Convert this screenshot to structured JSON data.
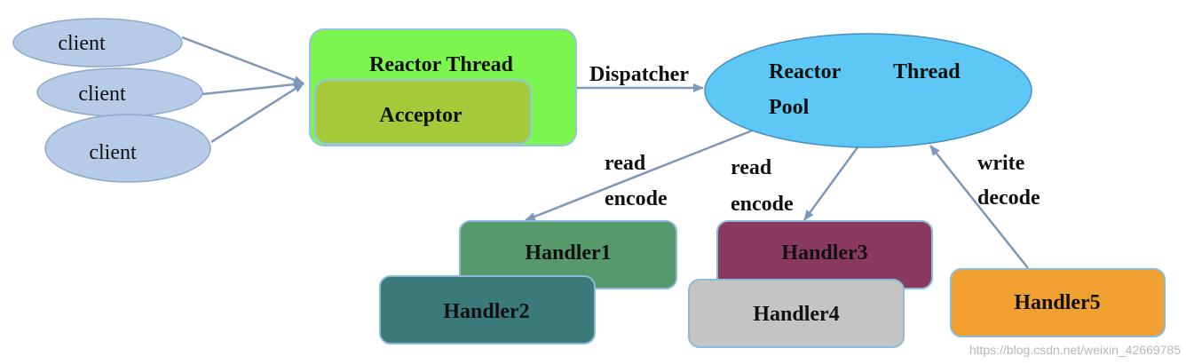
{
  "clients": [
    {
      "label": "client"
    },
    {
      "label": "client"
    },
    {
      "label": "client"
    }
  ],
  "reactor_thread": {
    "label": "Reactor Thread",
    "acceptor_label": "Acceptor"
  },
  "dispatcher_label": "Dispatcher",
  "thread_pool": {
    "line1_a": "Reactor",
    "line1_b": "Thread",
    "line2": "Pool"
  },
  "edge_labels": {
    "left_read": "read",
    "left_encode": "encode",
    "mid_read": "read",
    "mid_encode": "encode",
    "right_write": "write",
    "right_decode": "decode"
  },
  "handlers": {
    "h1": "Handler1",
    "h2": "Handler2",
    "h3": "Handler3",
    "h4": "Handler4",
    "h5": "Handler5"
  },
  "watermark": "https://blog.csdn.net/weixin_42669785",
  "colors": {
    "client_fill": "#b6cce6",
    "client_stroke": "#8fa9cc",
    "reactor_fill": "#7cf64e",
    "reactor_stroke": "#93c5e0",
    "acceptor_fill": "#a6c93a",
    "acceptor_stroke": "#93c5e0",
    "pool_fill": "#5dc8f5",
    "pool_stroke": "#4a8fc0",
    "h1": "#569a6b",
    "h2": "#3a7a7a",
    "h3": "#8b3a5f",
    "h4": "#c4c4c4",
    "h5": "#f0a030",
    "arrow": "#7e98bc"
  }
}
